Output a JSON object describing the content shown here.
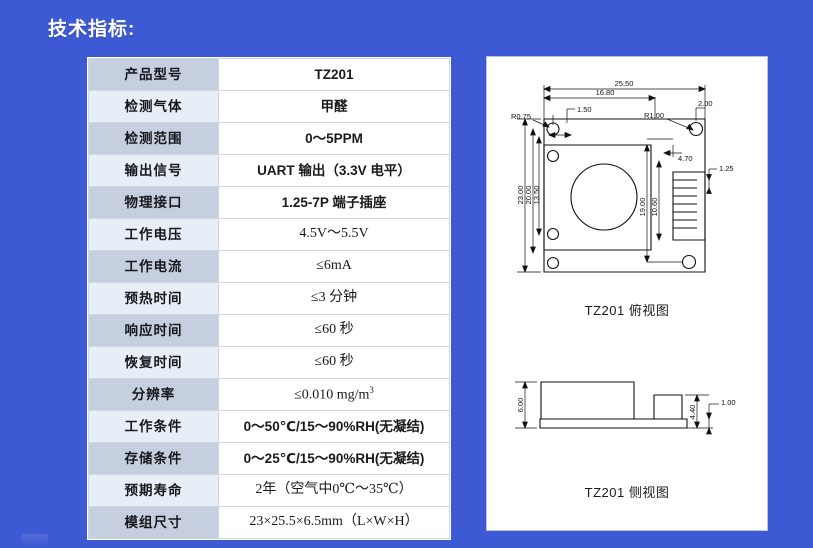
{
  "heading": "技术指标:",
  "theme": {
    "background_blue": "#3D59D4",
    "key_cell_dark": "#c6cfe0",
    "key_cell_light": "#e7eef8",
    "value_cell": "#ffffff",
    "border": "#cfd6e2",
    "panel": "#ffffff"
  },
  "spec_table": {
    "rows": [
      {
        "key": "产品型号",
        "value": "TZ201"
      },
      {
        "key": "检测气体",
        "value": "甲醛"
      },
      {
        "key": "检测范围",
        "value": "0～5PPM"
      },
      {
        "key": "输出信号",
        "value": "UART 输出（3.3V 电平）"
      },
      {
        "key": "物理接口",
        "value": "1.25-7P 端子插座"
      },
      {
        "key": "工作电压",
        "value": "4.5V～5.5V"
      },
      {
        "key": "工作电流",
        "value": "≤6mA"
      },
      {
        "key": "预热时间",
        "value": "≤3 分钟"
      },
      {
        "key": "响应时间",
        "value": "≤60 秒"
      },
      {
        "key": "恢复时间",
        "value": "≤60 秒"
      },
      {
        "key": "分辨率",
        "value": "≤0.010 mg/m",
        "sup": "3"
      },
      {
        "key": "工作条件",
        "value": "0～50℃/15～90%RH(无凝结)"
      },
      {
        "key": "存储条件",
        "value": "0～25℃/15～90%RH(无凝结)"
      },
      {
        "key": "预期寿命",
        "value": "2年（空气中0℃～35℃）"
      },
      {
        "key": "模组尺寸",
        "value": "23×25.5×6.5mm（L×W×H）"
      }
    ]
  },
  "drawings": {
    "top_view": {
      "caption": "TZ201 俯视图",
      "dimensions": {
        "overall_width": "25.50",
        "inner_width": "16.80",
        "hole_offset_x": "1.50",
        "corner_radius_left": "R0.75",
        "corner_radius_right": "R1.00",
        "right_offset": "2.00",
        "connector_offset": "4.70",
        "pin_pitch": "1.25",
        "overall_height": "23.00",
        "mid_height": "20.00",
        "inner_height": "13.50",
        "right_height_outer": "19.00",
        "right_height_inner": "10.60"
      }
    },
    "side_view": {
      "caption": "TZ201 侧视图",
      "dimensions": {
        "body_height": "6.00",
        "step_height": "4.40",
        "base_height": "1.00"
      }
    }
  }
}
